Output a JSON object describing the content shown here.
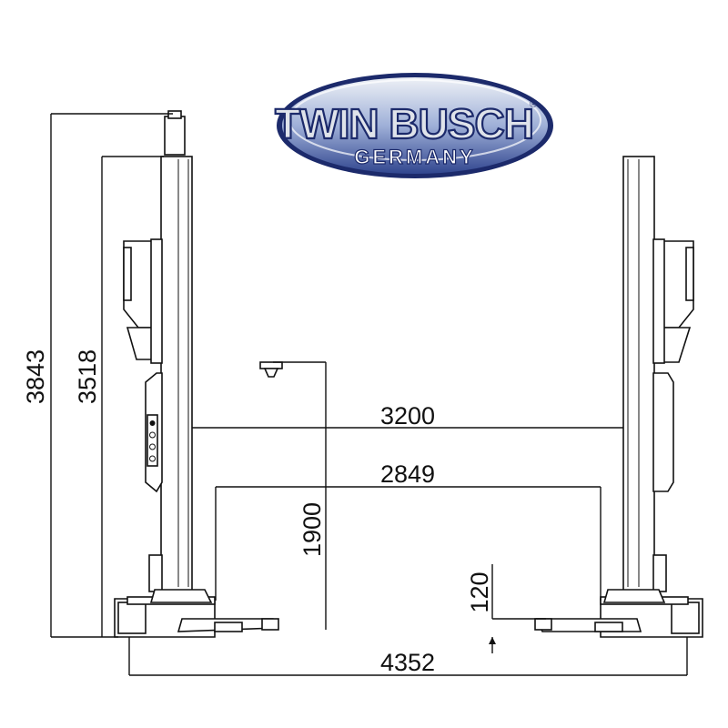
{
  "logo": {
    "brand": "TWIN BUSCH",
    "registered": "®",
    "country": "GERMANY",
    "colors": {
      "navy": "#1c2a6b",
      "silver": "#c9ced8",
      "blue_mid": "#6f87c4"
    }
  },
  "dimensions": {
    "overall_height": "3843",
    "column_height": "3518",
    "between_columns": "3200",
    "drive_through": "2849",
    "lift_height": "1900",
    "min_height": "120",
    "overall_width": "4352"
  },
  "control_panel": {
    "buttons": 4
  }
}
